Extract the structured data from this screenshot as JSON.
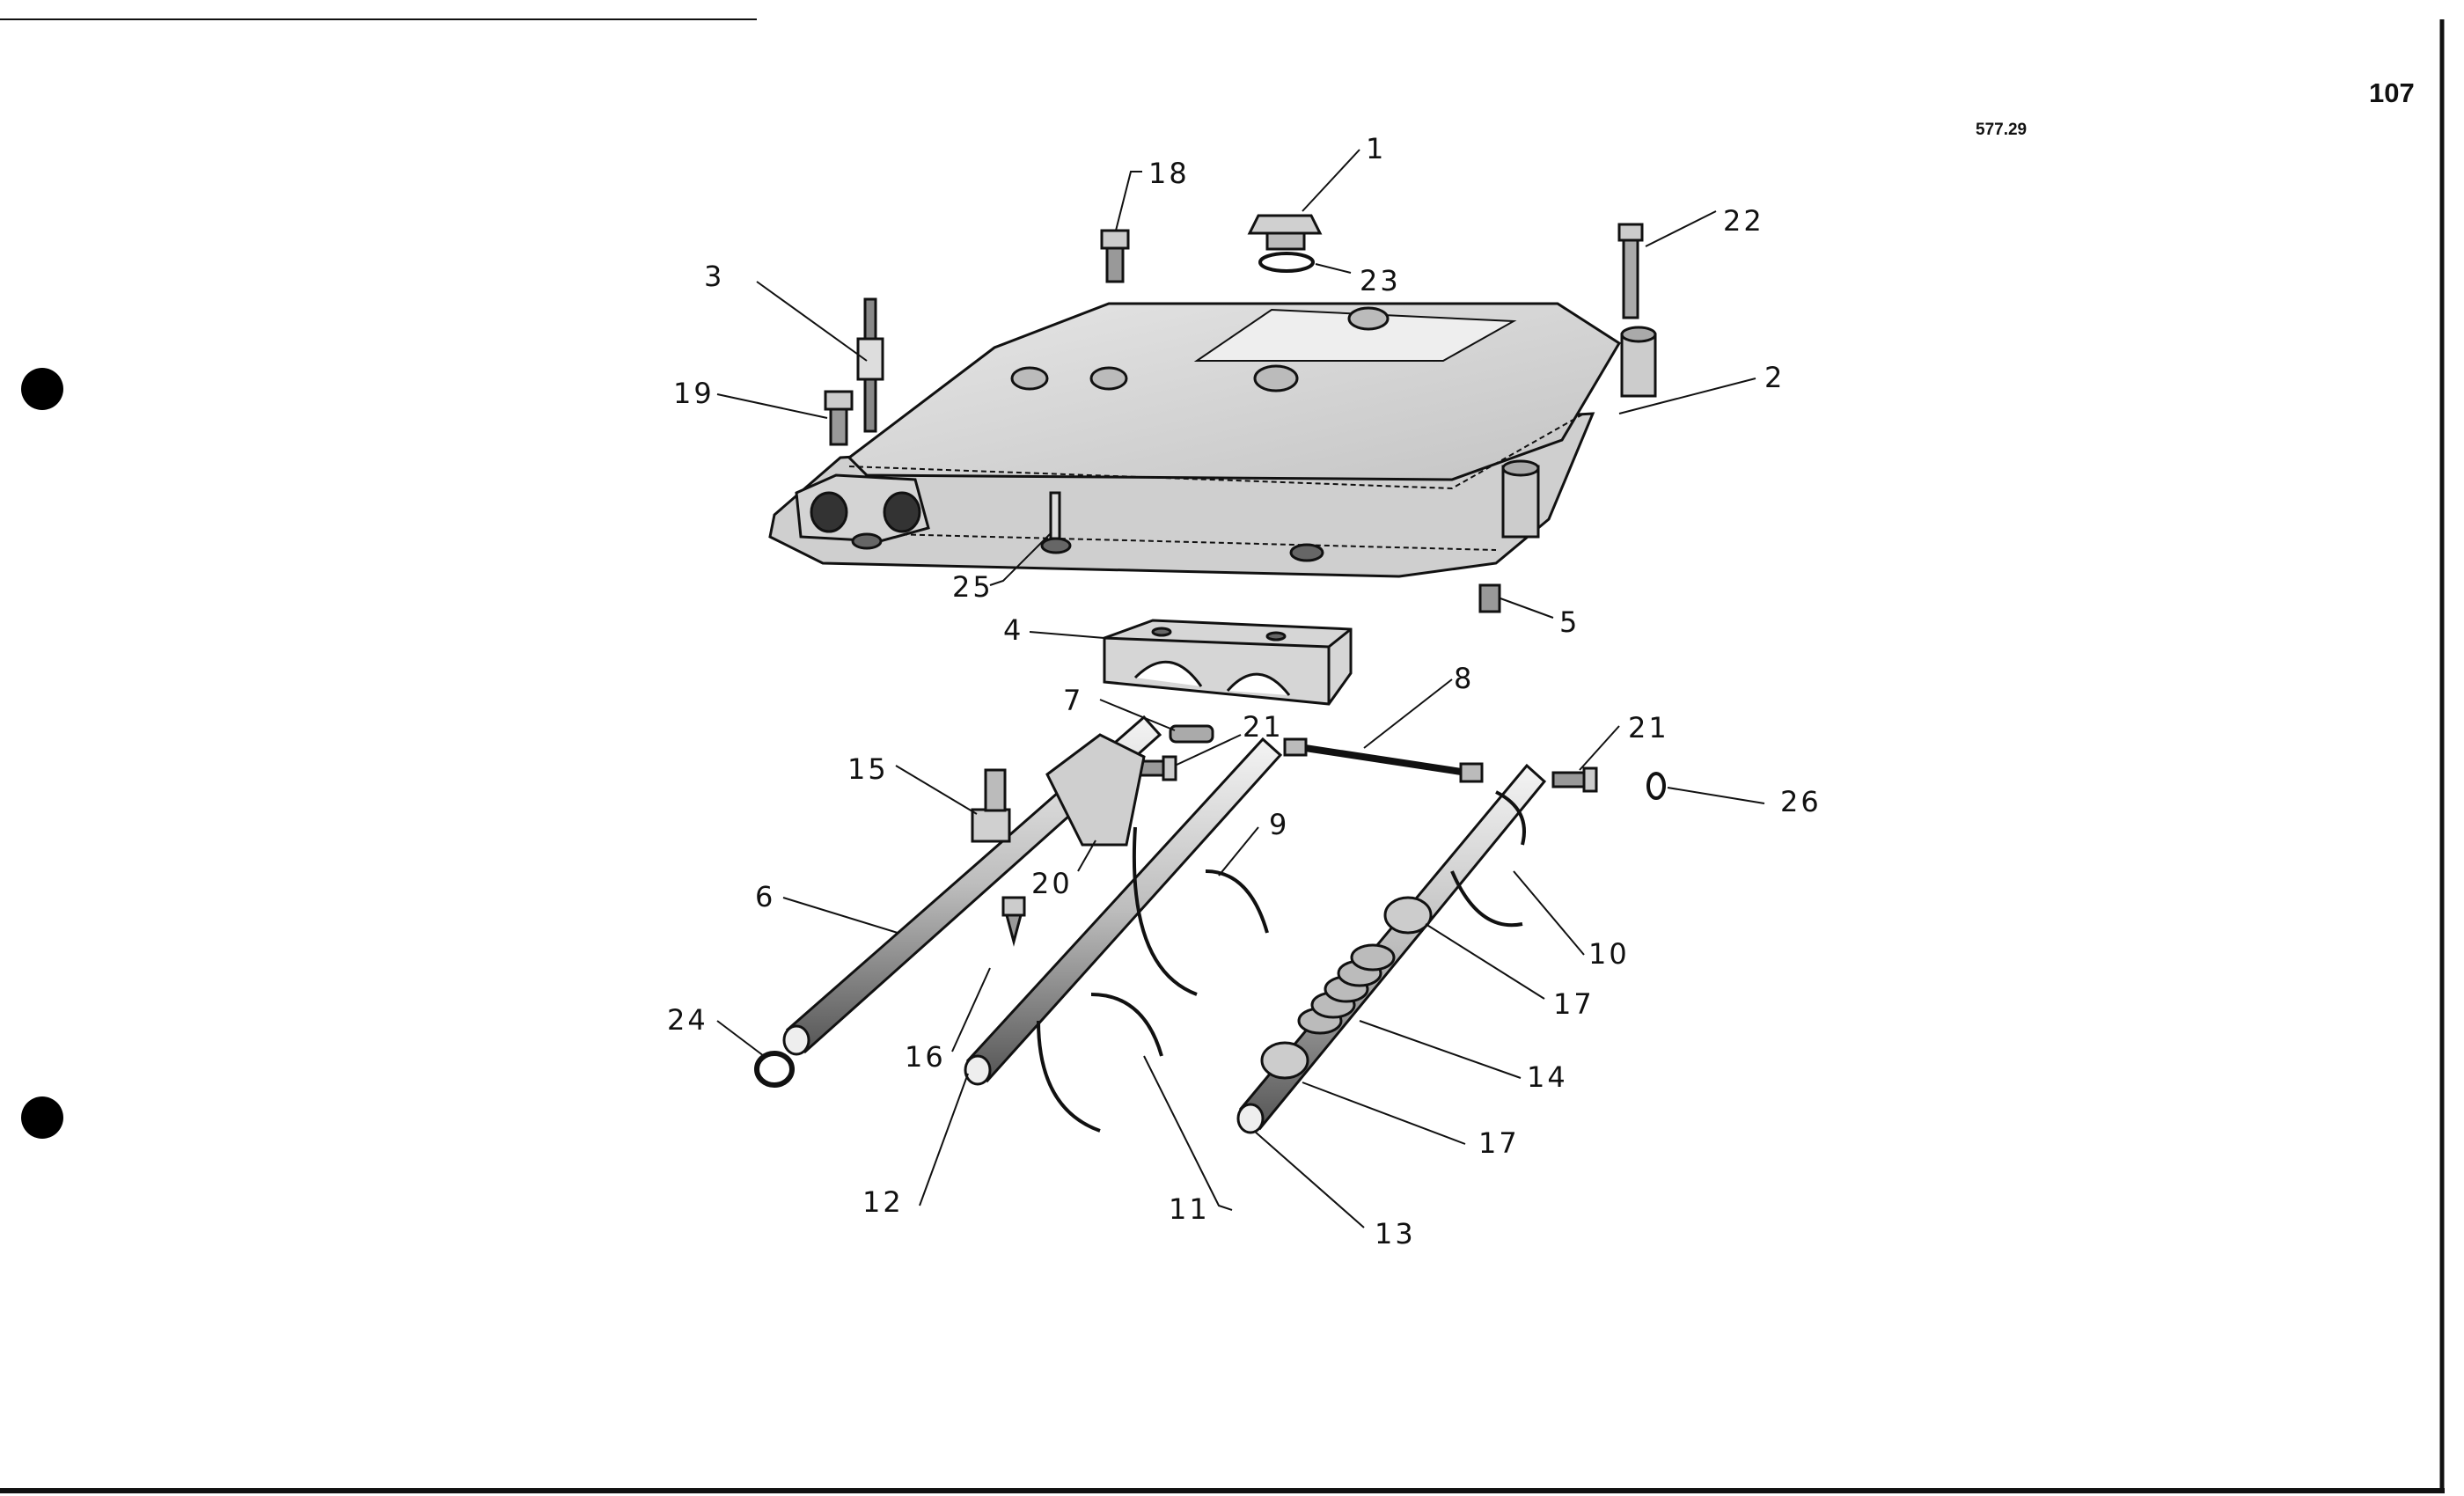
{
  "page": {
    "page_number": "107",
    "reference_code": "577.29"
  },
  "callouts": [
    {
      "id": "c1",
      "text": "1"
    },
    {
      "id": "c2",
      "text": "2"
    },
    {
      "id": "c3",
      "text": "3"
    },
    {
      "id": "c4",
      "text": "4"
    },
    {
      "id": "c5",
      "text": "5"
    },
    {
      "id": "c6",
      "text": "6"
    },
    {
      "id": "c7",
      "text": "7"
    },
    {
      "id": "c8",
      "text": "8"
    },
    {
      "id": "c9",
      "text": "9"
    },
    {
      "id": "c10",
      "text": "10"
    },
    {
      "id": "c11",
      "text": "11"
    },
    {
      "id": "c12",
      "text": "12"
    },
    {
      "id": "c13",
      "text": "13"
    },
    {
      "id": "c14",
      "text": "14"
    },
    {
      "id": "c15",
      "text": "15"
    },
    {
      "id": "c16",
      "text": "16"
    },
    {
      "id": "c17a",
      "text": "17"
    },
    {
      "id": "c17b",
      "text": "17"
    },
    {
      "id": "c18",
      "text": "18"
    },
    {
      "id": "c19",
      "text": "19"
    },
    {
      "id": "c20",
      "text": "20"
    },
    {
      "id": "c21a",
      "text": "21"
    },
    {
      "id": "c21b",
      "text": "21"
    },
    {
      "id": "c22",
      "text": "22"
    },
    {
      "id": "c23",
      "text": "23"
    },
    {
      "id": "c24",
      "text": "24"
    },
    {
      "id": "c25",
      "text": "25"
    },
    {
      "id": "c26",
      "text": "26"
    }
  ],
  "colors": {
    "ink": "#111111",
    "part_fill": "#d9d9d9",
    "part_shade": "#9a9a9a",
    "paper": "#ffffff"
  }
}
